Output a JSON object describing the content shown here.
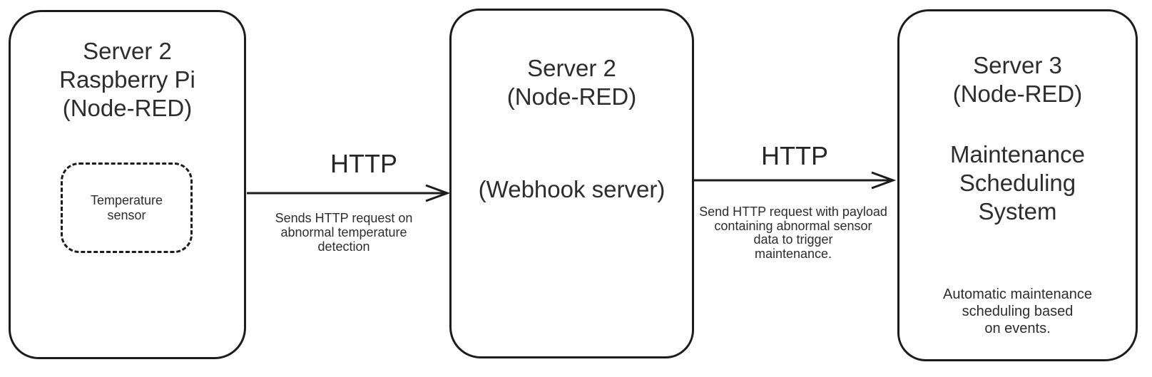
{
  "colors": {
    "background": "#ffffff",
    "stroke": "#1c1c1c",
    "text": "#2d2d2d"
  },
  "nodes": {
    "server2_pi": {
      "title": "Server 2\nRaspberry Pi\n(Node-RED)",
      "sensor_label": "Temperature\nsensor"
    },
    "webhook": {
      "title": "Server 2\n(Node-RED)",
      "subtitle": "(Webhook server)"
    },
    "maintenance": {
      "title": "Server 3\n(Node-RED)",
      "subtitle": "Maintenance\nScheduling\nSystem",
      "description": "Automatic maintenance\nscheduling based\non events."
    }
  },
  "edges": {
    "edge1": {
      "protocol": "HTTP",
      "description": "Sends HTTP request on\nabnormal temperature\ndetection"
    },
    "edge2": {
      "protocol": "HTTP",
      "description": "Send HTTP request with payload\ncontaining abnormal sensor\ndata to trigger\nmaintenance."
    }
  }
}
